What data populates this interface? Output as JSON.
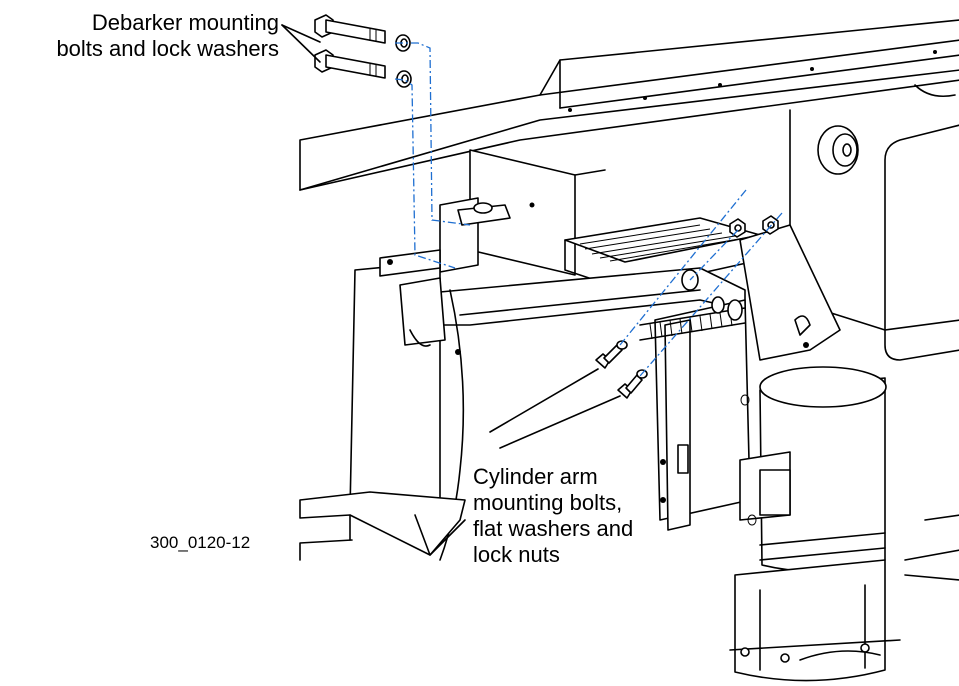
{
  "labels": {
    "debarker_line1": "Debarker mounting",
    "debarker_line2": "bolts and lock washers",
    "cylinder_line1": "Cylinder arm",
    "cylinder_line2": "mounting bolts,",
    "cylinder_line3": "flat washers and",
    "cylinder_line4": "lock nuts",
    "figure_id": "300_0120-12"
  },
  "colors": {
    "line": "#000000",
    "centerline": "#1f6fd1",
    "background": "#ffffff"
  }
}
